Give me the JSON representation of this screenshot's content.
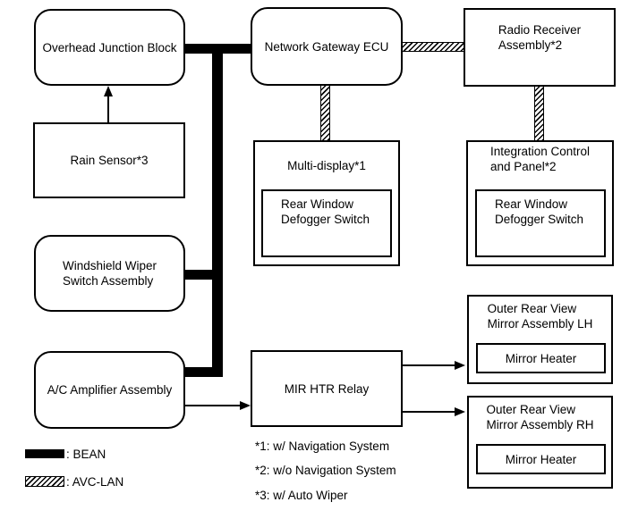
{
  "diagram": {
    "colors": {
      "line": "#000000",
      "background": "#ffffff",
      "text": "#000000"
    },
    "nodes": {
      "overhead_junction_block": {
        "label": "Overhead Junction Block"
      },
      "network_gateway_ecu": {
        "label": "Network Gateway ECU"
      },
      "radio_receiver": {
        "label": "Radio Receiver\nAssembly*2"
      },
      "rain_sensor": {
        "label": "Rain Sensor*3"
      },
      "multi_display": {
        "label": "Multi-display*1",
        "child": "Rear Window\nDefogger Switch"
      },
      "integration_control": {
        "label": "Integration Control\nand Panel*2",
        "child": "Rear Window\nDefogger Switch"
      },
      "windshield_wiper": {
        "label": "Windshield Wiper\nSwitch Assembly"
      },
      "ac_amplifier": {
        "label": "A/C Amplifier Assembly"
      },
      "mir_htr_relay": {
        "label": "MIR HTR Relay"
      },
      "mirror_lh": {
        "label": "Outer Rear View\nMirror Assembly LH",
        "child": "Mirror Heater"
      },
      "mirror_rh": {
        "label": "Outer Rear View\nMirror Assembly RH",
        "child": "Mirror Heater"
      }
    },
    "legend": {
      "bean": ": BEAN",
      "avc_lan": ": AVC-LAN"
    },
    "footnotes": [
      "*1: w/ Navigation System",
      "*2: w/o Navigation System",
      "*3: w/ Auto Wiper"
    ]
  }
}
